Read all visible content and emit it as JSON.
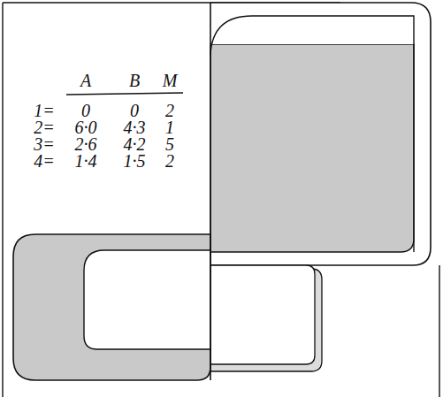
{
  "diagram": {
    "labels": [
      "A",
      "B",
      "M",
      "1=",
      "0",
      "0",
      "2",
      "2=",
      "6·0",
      "4·3",
      "1",
      "3=",
      "2·6",
      "4·2",
      "5",
      "4=",
      "1·4",
      "1·5",
      "2"
    ]
  }
}
